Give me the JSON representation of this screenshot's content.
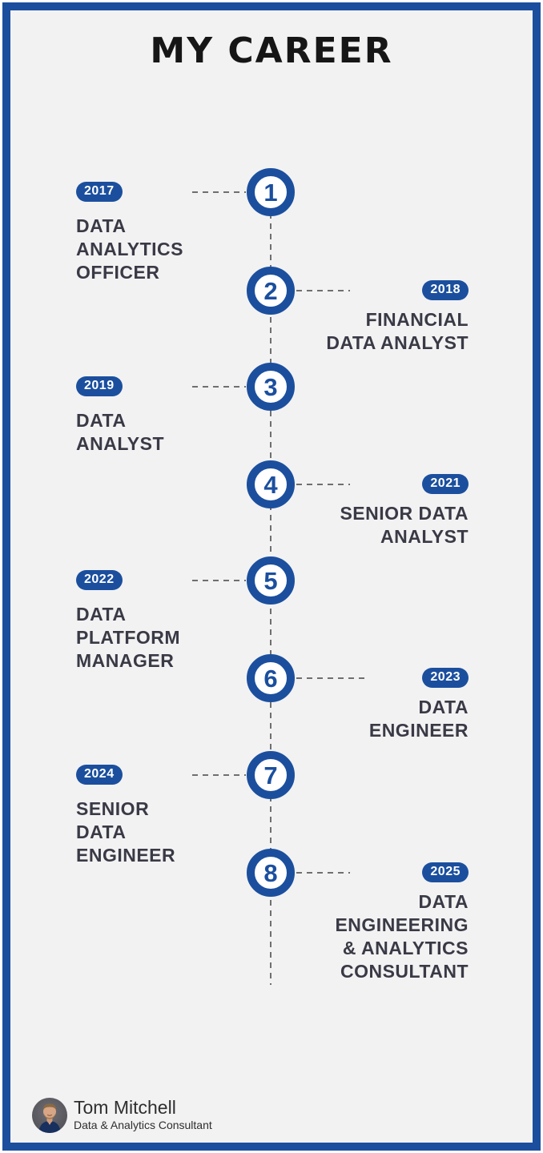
{
  "title": "MY CAREER",
  "colors": {
    "accent_blue": "#1B4F9E",
    "background": "#F2F2F3",
    "text_dark": "#3A3A46",
    "dash_gray": "#6F6F6F"
  },
  "timeline": {
    "items": [
      {
        "number": "1",
        "year": "2017",
        "role": "DATA\nANALYTICS\nOFFICER",
        "side": "left"
      },
      {
        "number": "2",
        "year": "2018",
        "role": "FINANCIAL\nDATA ANALYST",
        "side": "right"
      },
      {
        "number": "3",
        "year": "2019",
        "role": "DATA\nANALYST",
        "side": "left"
      },
      {
        "number": "4",
        "year": "2021",
        "role": "SENIOR DATA\nANALYST",
        "side": "right"
      },
      {
        "number": "5",
        "year": "2022",
        "role": "DATA\nPLATFORM\nMANAGER",
        "side": "left"
      },
      {
        "number": "6",
        "year": "2023",
        "role": "DATA\nENGINEER",
        "side": "right"
      },
      {
        "number": "7",
        "year": "2024",
        "role": "SENIOR\nDATA\nENGINEER",
        "side": "left"
      },
      {
        "number": "8",
        "year": "2025",
        "role": "DATA\nENGINEERING\n& ANALYTICS\nCONSULTANT",
        "side": "right"
      }
    ]
  },
  "footer": {
    "name": "Tom Mitchell",
    "subtitle": "Data & Analytics Consultant",
    "avatar": "portrait-photo"
  }
}
